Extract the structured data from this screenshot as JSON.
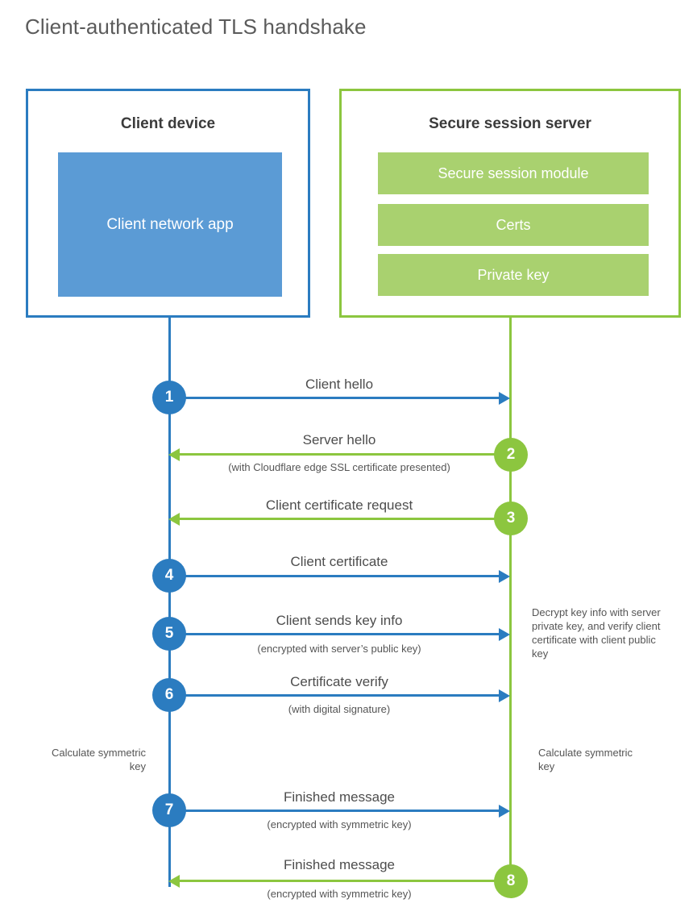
{
  "page": {
    "title": "Client-authenticated TLS handshake"
  },
  "actors": {
    "client": {
      "title": "Client device",
      "app_label": "Client network app",
      "color": "#2b7cc0",
      "app_color": "#5b9bd5"
    },
    "server": {
      "title": "Secure session server",
      "color": "#8cc63f",
      "bar_color": "#a9d16f",
      "components": [
        "Secure session module",
        "Certs",
        "Private key"
      ]
    }
  },
  "steps": [
    {
      "number": "1",
      "label": "Client hello",
      "sub": "",
      "direction": "right",
      "color": "blue"
    },
    {
      "number": "2",
      "label": "Server hello",
      "sub": "(with Cloudflare edge SSL certificate presented)",
      "direction": "left",
      "color": "green"
    },
    {
      "number": "3",
      "label": "Client certificate request",
      "sub": "",
      "direction": "left",
      "color": "green"
    },
    {
      "number": "4",
      "label": "Client certificate",
      "sub": "",
      "direction": "right",
      "color": "blue"
    },
    {
      "number": "5",
      "label": "Client sends key info",
      "sub": "(encrypted with server’s public key)",
      "direction": "right",
      "color": "blue"
    },
    {
      "number": "6",
      "label": "Certificate verify",
      "sub": "(with digital signature)",
      "direction": "right",
      "color": "blue"
    },
    {
      "number": "7",
      "label": "Finished message",
      "sub": "(encrypted with symmetric key)",
      "direction": "right",
      "color": "blue"
    },
    {
      "number": "8",
      "label": "Finished message",
      "sub": "(encrypted with symmetric key)",
      "direction": "left",
      "color": "green"
    }
  ],
  "notes": {
    "server_decrypt": "Decrypt key info with server private key, and verify client certificate with client public key",
    "client_calculate": "Calculate symmetric key",
    "server_calculate": "Calculate symmetric key"
  }
}
